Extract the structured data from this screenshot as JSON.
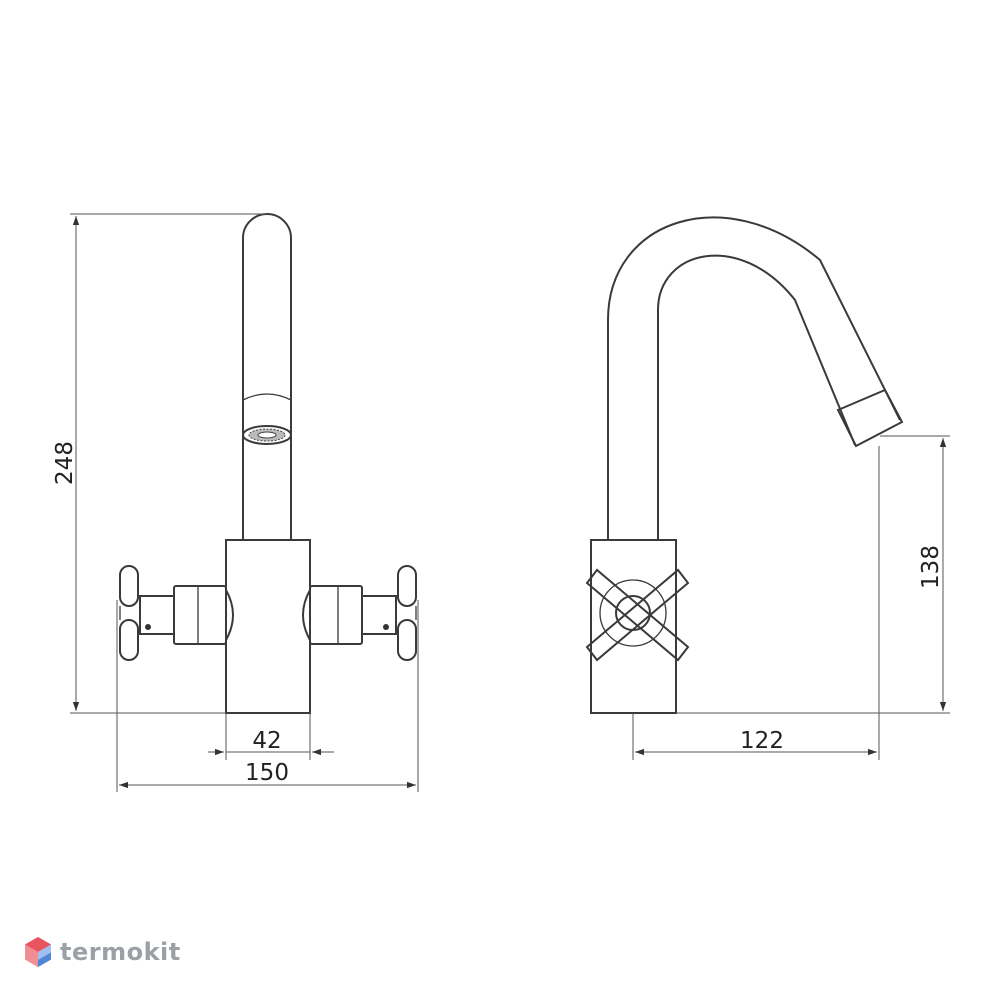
{
  "dimensions": {
    "total_height": "248",
    "base_width": "42",
    "handles_span": "150",
    "spout_reach": "122",
    "spout_height": "138"
  },
  "brand": {
    "name": "termokit",
    "logo_colors": [
      "#e8545d",
      "#4f86d8"
    ]
  },
  "colors": {
    "line": "#3a3a3a",
    "dimension": "#555555",
    "watermark": "#9aa0a6"
  }
}
